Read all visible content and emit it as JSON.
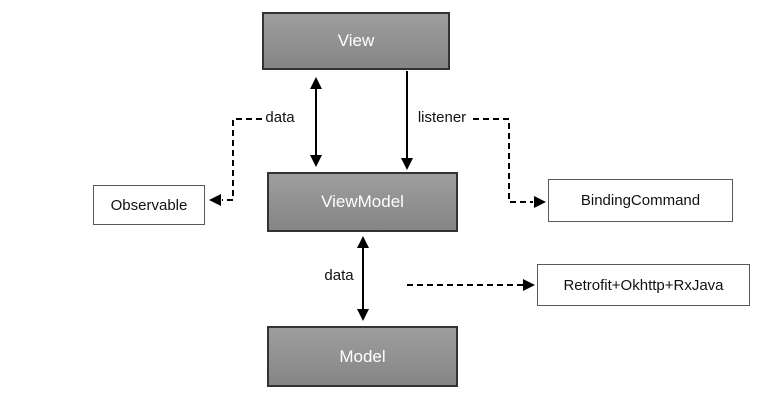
{
  "diagram": {
    "nodes": {
      "view": {
        "label": "View"
      },
      "viewmodel": {
        "label": "ViewModel"
      },
      "model": {
        "label": "Model"
      },
      "observable": {
        "label": "Observable"
      },
      "bindingcommand": {
        "label": "BindingCommand"
      },
      "retrofit": {
        "label": "Retrofit+Okhttp+RxJava"
      }
    },
    "edge_labels": {
      "view_viewmodel_data": "data",
      "view_viewmodel_listener": "listener",
      "viewmodel_model_data": "data"
    },
    "colors": {
      "background": "#ffffff",
      "node_fill_top": "#9e9e9e",
      "node_fill_bottom": "#858585",
      "node_border": "#333333",
      "node_text": "#ffffff",
      "io_fill": "#ffffff",
      "io_border": "#595959",
      "io_text": "#111111",
      "line": "#000000",
      "label_text": "#111111"
    }
  }
}
